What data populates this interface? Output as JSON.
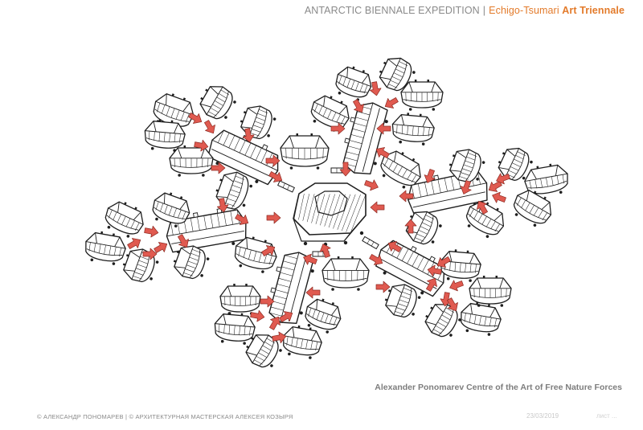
{
  "header": {
    "title": "ANTARCTIC BIENNALE EXPEDITION",
    "separator": "|",
    "event": "Echigo-Tsumari",
    "event_strong": "Art Triennale"
  },
  "caption": "Alexander Ponomarev Centre of the Art of Free Nature Forces",
  "footer": {
    "copyright": "© АЛЕКСАНДР ПОНОМАРЕВ | © АРХИТЕКТУРНАЯ МАСТЕРСКАЯ АЛЕКСЕЯ КОЗЫРЯ",
    "date": "23/03/2019",
    "page": "лист ..."
  },
  "colors": {
    "accent": "#e37b2b",
    "arrow": "#e05a50",
    "line": "#1e1e1e",
    "text_gray": "#8a8a8a"
  }
}
